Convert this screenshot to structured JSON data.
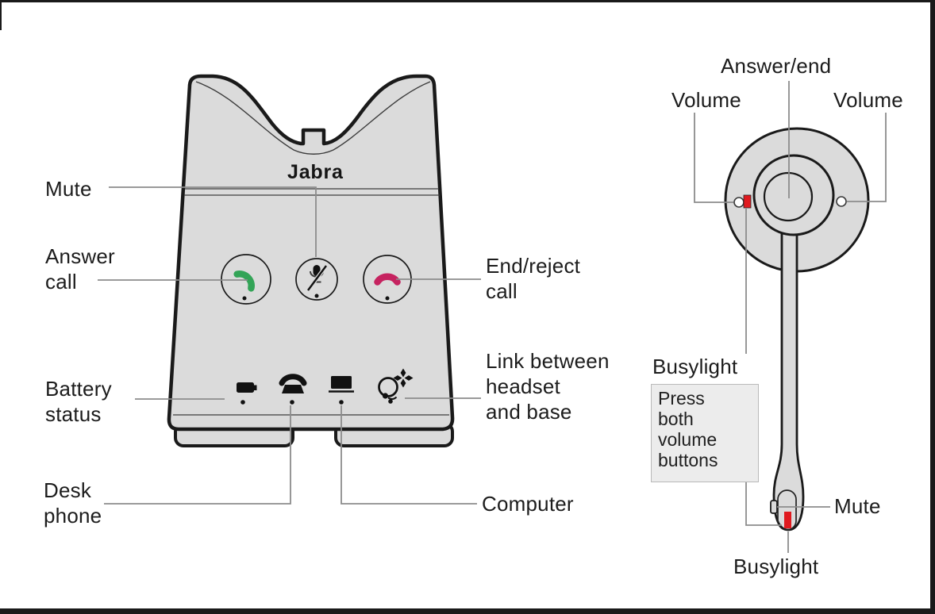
{
  "colors": {
    "outline": "#1a1a1a",
    "device_fill": "#dbdbdb",
    "leader": "#8c8c8c",
    "text": "#1c1c1c",
    "answer_green": "#33a457",
    "end_red": "#c62360",
    "busylight_red": "#e01a1f",
    "note_fill": "#ececec",
    "note_border": "#b9b9b9",
    "frame": "#1a1a1a"
  },
  "base_station": {
    "brand": "Jabra",
    "labels": {
      "mute": "Mute",
      "answer_call": "Answer\ncall",
      "battery_status": "Battery\nstatus",
      "desk_phone": "Desk\nphone",
      "end_reject_call": "End/reject\ncall",
      "link": "Link between\nheadset\nand base",
      "computer": "Computer"
    },
    "icons": [
      "answer-call-handset-icon",
      "mute-microphone-icon",
      "end-reject-handset-icon",
      "battery-icon",
      "desk-phone-icon",
      "computer-icon",
      "headset-link-icon"
    ]
  },
  "headset": {
    "labels": {
      "answer_end": "Answer/end",
      "volume_left": "Volume",
      "volume_right": "Volume",
      "busylight_top": "Busylight",
      "mute": "Mute",
      "busylight_bottom": "Busylight"
    },
    "note": "Press\nboth\nvolume\nbuttons"
  }
}
